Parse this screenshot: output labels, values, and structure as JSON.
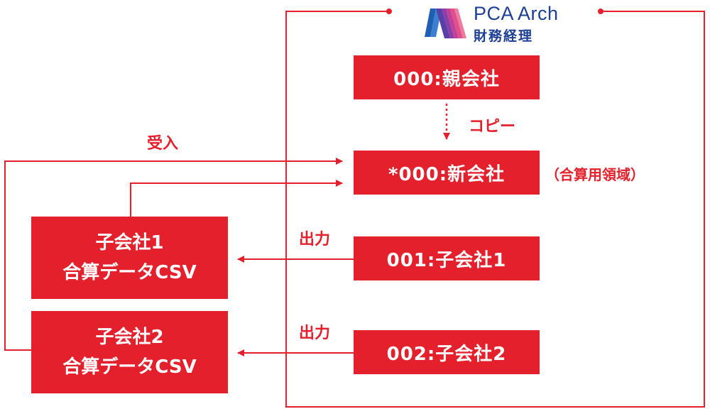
{
  "logo": {
    "brand": "PCA Arch",
    "product": "財務経理"
  },
  "companies": {
    "parent": "000:親会社",
    "new": "*000:新会社",
    "sub1": "001:子会社1",
    "sub2": "002:子会社2"
  },
  "csv_files": {
    "sub1": {
      "line1": "子会社1",
      "line2": "合算データCSV"
    },
    "sub2": {
      "line1": "子会社2",
      "line2": "合算データCSV"
    }
  },
  "labels": {
    "copy": "コピー",
    "receive": "受入",
    "output1": "出力",
    "output2": "出力",
    "consolidation_area": "（合算用領域）"
  },
  "colors": {
    "accent": "#e3202b",
    "brand": "#1c3f94"
  }
}
